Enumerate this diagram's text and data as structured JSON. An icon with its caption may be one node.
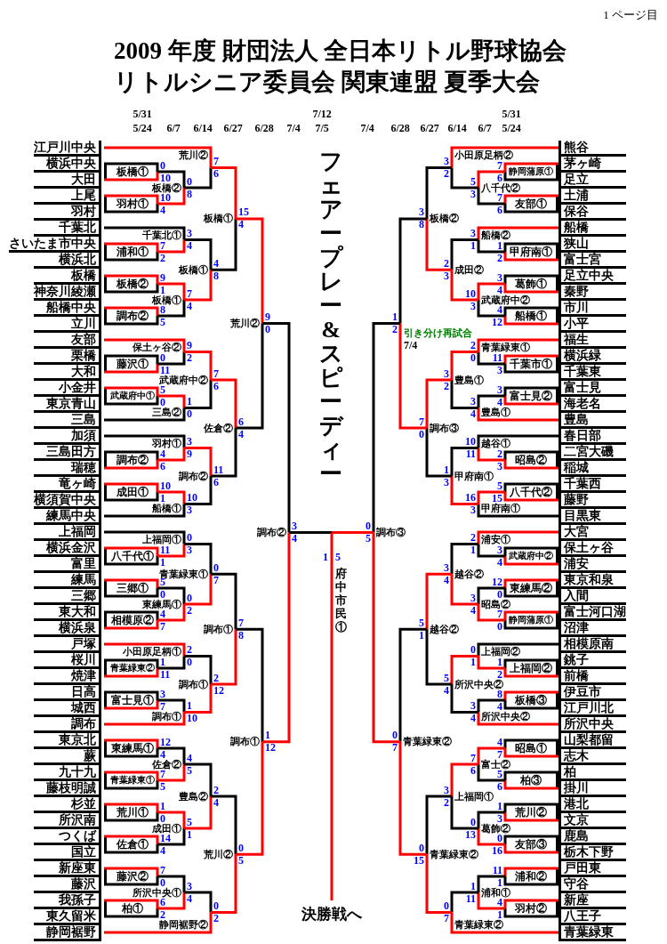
{
  "diagram": {
    "title": "2009 年度 財団法人 全日本リトル野球協会リトルシニア委員会 関東連盟 夏季大会",
    "labels": [
      "1 ページ目",
      "5/31",
      "7/12",
      "5/31",
      "5/24",
      "6/7",
      "6/14",
      "6/27",
      "6/28",
      "7/4",
      "7/5",
      "7/4",
      "6/28",
      "6/27",
      "6/14",
      "6/7",
      "5/24",
      "フェアープレー&スピーディー",
      "江戸川中央",
      "横浜中央",
      "大田",
      "上尾",
      "羽村",
      "千葉北",
      "さいたま市中央",
      "横浜北",
      "板橋",
      "神奈川綾瀬",
      "船橋中央",
      "立川",
      "友部",
      "栗橋",
      "大和",
      "小金井",
      "東京青山",
      "三島",
      "加須",
      "三島田方",
      "瑞穂",
      "竜ヶ崎",
      "横須賀中央",
      "練馬中央",
      "上福岡",
      "横浜金沢",
      "富里",
      "練馬",
      "三郷",
      "東大和",
      "横浜泉",
      "戸塚",
      "桜川",
      "焼津",
      "日高",
      "城西",
      "調布",
      "東京北",
      "蕨",
      "九十九",
      "藤枝明誠",
      "杉並",
      "所沢南",
      "つくば",
      "国立",
      "新座東",
      "藤沢",
      "我孫子",
      "東久留米",
      "静岡裾野",
      "熊谷",
      "茅ヶ崎",
      "足立",
      "土浦",
      "保谷",
      "船橋",
      "狭山",
      "富士宮",
      "足立中央",
      "秦野",
      "市川",
      "小平",
      "福生",
      "横浜緑",
      "千葉東",
      "富士見",
      "海老名",
      "豊島",
      "春日部",
      "二宮大磯",
      "稲城",
      "千葉西",
      "藤野",
      "目黒東",
      "大宮",
      "保土ヶ谷",
      "浦安",
      "東京和泉",
      "入間",
      "富士河口湖",
      "沼津",
      "相模原南",
      "銚子",
      "前橋",
      "伊豆市",
      "江戸川北",
      "所沢中央",
      "山梨都留",
      "志木",
      "柏",
      "掛川",
      "港北",
      "文京",
      "鹿島",
      "栃木下野",
      "戸田東",
      "守谷",
      "新座",
      "八王子",
      "青葉緑東",
      "板橋①",
      "0",
      "10",
      "羽村①",
      "10",
      "4",
      "板橋②",
      "0",
      "8",
      "荒川②",
      "7",
      "6",
      "浦和①",
      "7",
      "2",
      "千葉北①",
      "3",
      "4",
      "板橋②",
      "9",
      "1",
      "調布②",
      "8",
      "5",
      "板橋①",
      "7",
      "4",
      "板橋①",
      "4",
      "8",
      "板橋①",
      "15",
      "4",
      "藤沢①",
      "0",
      "11",
      "保土ヶ谷②",
      "9",
      "2",
      "武蔵府中①",
      "5",
      "0",
      "三島②",
      "1",
      "0",
      "武蔵府中②",
      "7",
      "6",
      "調布②",
      "4",
      "6",
      "羽村①",
      "3",
      "9",
      "成田①",
      "10",
      "1",
      "船橋①",
      "10",
      "3",
      "調布②",
      "11",
      "6",
      "佐倉②",
      "6",
      "4",
      "荒川②",
      "9",
      "0",
      "八千代①",
      "11",
      "1",
      "上福岡①",
      "0",
      "3",
      "三郷①",
      "5",
      "0",
      "相模原②",
      "4",
      "7",
      "東練馬①",
      "0",
      "2",
      "青葉緑東①",
      "0",
      "7",
      "青葉緑東②",
      "1",
      "11",
      "小田原足柄①",
      "2",
      "0",
      "富士見①",
      "3",
      "7",
      "調布①",
      "1",
      "10",
      "調布①",
      "2",
      "12",
      "調布①",
      "7",
      "8",
      "東練馬①",
      "12",
      "4",
      "青葉緑東①",
      "7",
      "5",
      "佐倉②",
      "4",
      "5",
      "荒川①",
      "1",
      "0",
      "佐倉①",
      "14",
      "4",
      "成田①",
      "5",
      "1",
      "豊島②",
      "2",
      "4",
      "藤沢②",
      "7",
      "0",
      "柏①",
      "6",
      "2",
      "所沢中央①",
      "3",
      "4",
      "静岡裾野②",
      "0",
      "2",
      "荒川②",
      "0",
      "5",
      "調布①",
      "1",
      "12",
      "調布②",
      "3",
      "4",
      "静岡蒲原①",
      "7",
      "6",
      "友部①",
      "7",
      "6",
      "八千代②",
      "5",
      "3",
      "小田原足柄②",
      "3",
      "2",
      "甲府南①",
      "1",
      "2",
      "船橋②",
      "3",
      "1",
      "葛飾①",
      "3",
      "4",
      "船橋①",
      "4",
      "12",
      "武蔵府中②",
      "10",
      "3",
      "成田②",
      "2",
      "3",
      "板橋②",
      "3",
      "8",
      "千葉市①",
      "11",
      "3",
      "青葉緑東①",
      "2",
      "0",
      "富士見②",
      "3",
      "4",
      "豊島①",
      "3",
      "4",
      "豊島①",
      "3",
      "2",
      "昭島②",
      "2",
      "3",
      "越谷①",
      "10",
      "11",
      "八千代②",
      "5",
      "15",
      "甲府南①",
      "16",
      "3",
      "甲府南①",
      "1",
      "3",
      "調布③",
      "7",
      "0",
      "1",
      "2",
      "武蔵府中②",
      "3",
      "4",
      "浦安①",
      "2",
      "1",
      "東練馬②",
      "12",
      "0",
      "静岡蒲原①",
      "7",
      "0",
      "昭島②",
      "3",
      "4",
      "越谷②",
      "3",
      "4",
      "上福岡②",
      "1",
      "2",
      "上福岡②",
      "0",
      "1",
      "板橋③",
      "8",
      "4",
      "所沢中央②",
      "3",
      "4",
      "所沢中央②",
      "5",
      "4",
      "越谷②",
      "5",
      "1",
      "昭島①",
      "4",
      "7",
      "柏③",
      "5",
      "6",
      "富士②",
      "7",
      "6",
      "荒川②",
      "1",
      "3",
      "友部③",
      "0",
      "16",
      "葛飾②",
      "0",
      "13",
      "上福岡①",
      "3",
      "2",
      "浦和②",
      "11",
      "1",
      "羽村②",
      "4",
      "1",
      "浦和①",
      "1",
      "11",
      "青葉緑東②",
      "0",
      "7",
      "青葉緑東②",
      "0",
      "15",
      "青葉緑東②",
      "0",
      "7",
      "調布③",
      "0",
      "5",
      "1",
      "5",
      "府中市民①",
      "決勝戦へ",
      "引き分け再試合",
      "7/4"
    ]
  }
}
